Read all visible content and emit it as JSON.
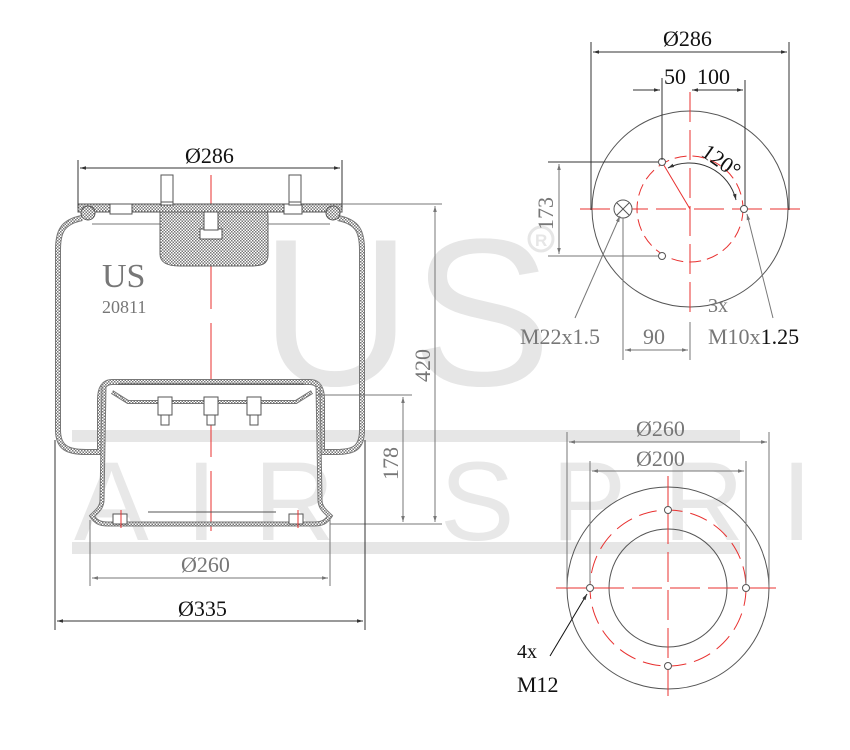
{
  "watermark": {
    "brand": "US",
    "subtitle": "AIR SPRING",
    "registered_mark": "R",
    "color": "#e6e6e6"
  },
  "colors": {
    "outline": "#555555",
    "dim_line": "#666666",
    "center_line": "#e8302f",
    "text_dark": "#111111",
    "text_gray": "#777777"
  },
  "side_view": {
    "brand_label": "US",
    "part_number": "20811",
    "top_diameter": "Ø286",
    "height_total": "420",
    "piston_height": "178",
    "piston_base_diameter": "Ø260",
    "max_diameter": "Ø335"
  },
  "top_view": {
    "outer_diameter": "Ø286",
    "offset_left": "50",
    "offset_right": "100",
    "angle": "120°",
    "bolt_span": "173",
    "air_inlet_offset": "90",
    "air_inlet_thread": "M22x1.5",
    "stud_count": "3x",
    "stud_thread_prefix": "M10x",
    "stud_thread_suffix": "1.25"
  },
  "bottom_view": {
    "outer_diameter": "Ø260",
    "bolt_circle_diameter": "Ø200",
    "hole_count": "4x",
    "hole_thread": "M12"
  }
}
